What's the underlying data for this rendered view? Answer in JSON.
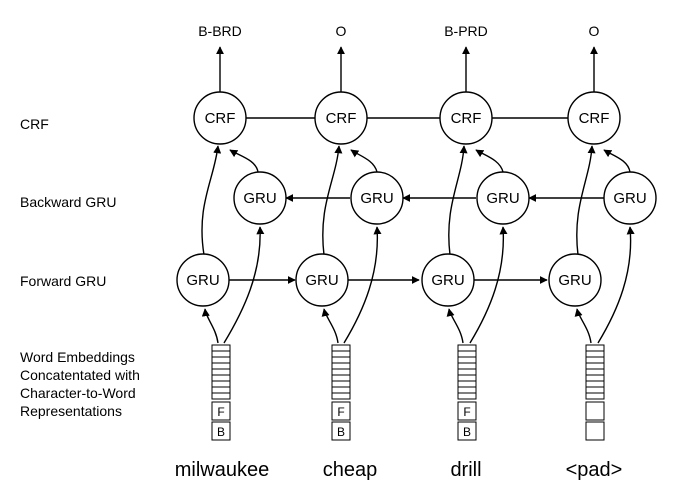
{
  "row_labels": {
    "crf": "CRF",
    "backward": "Backward GRU",
    "forward": "Forward GRU",
    "embeddings": [
      "Word Embeddings",
      "Concatentated with",
      "Character-to-Word",
      "Representations"
    ]
  },
  "node_labels": {
    "crf": "CRF",
    "gru": "GRU"
  },
  "tokens": [
    {
      "word": "milwaukee",
      "tag": "B-BRD",
      "char_cells": [
        "F",
        "B"
      ]
    },
    {
      "word": "cheap",
      "tag": "O",
      "char_cells": [
        "F",
        "B"
      ]
    },
    {
      "word": "drill",
      "tag": "B-PRD",
      "char_cells": [
        "F",
        "B"
      ]
    },
    {
      "word": "<pad>",
      "tag": "O",
      "char_cells": [
        "",
        ""
      ]
    }
  ]
}
